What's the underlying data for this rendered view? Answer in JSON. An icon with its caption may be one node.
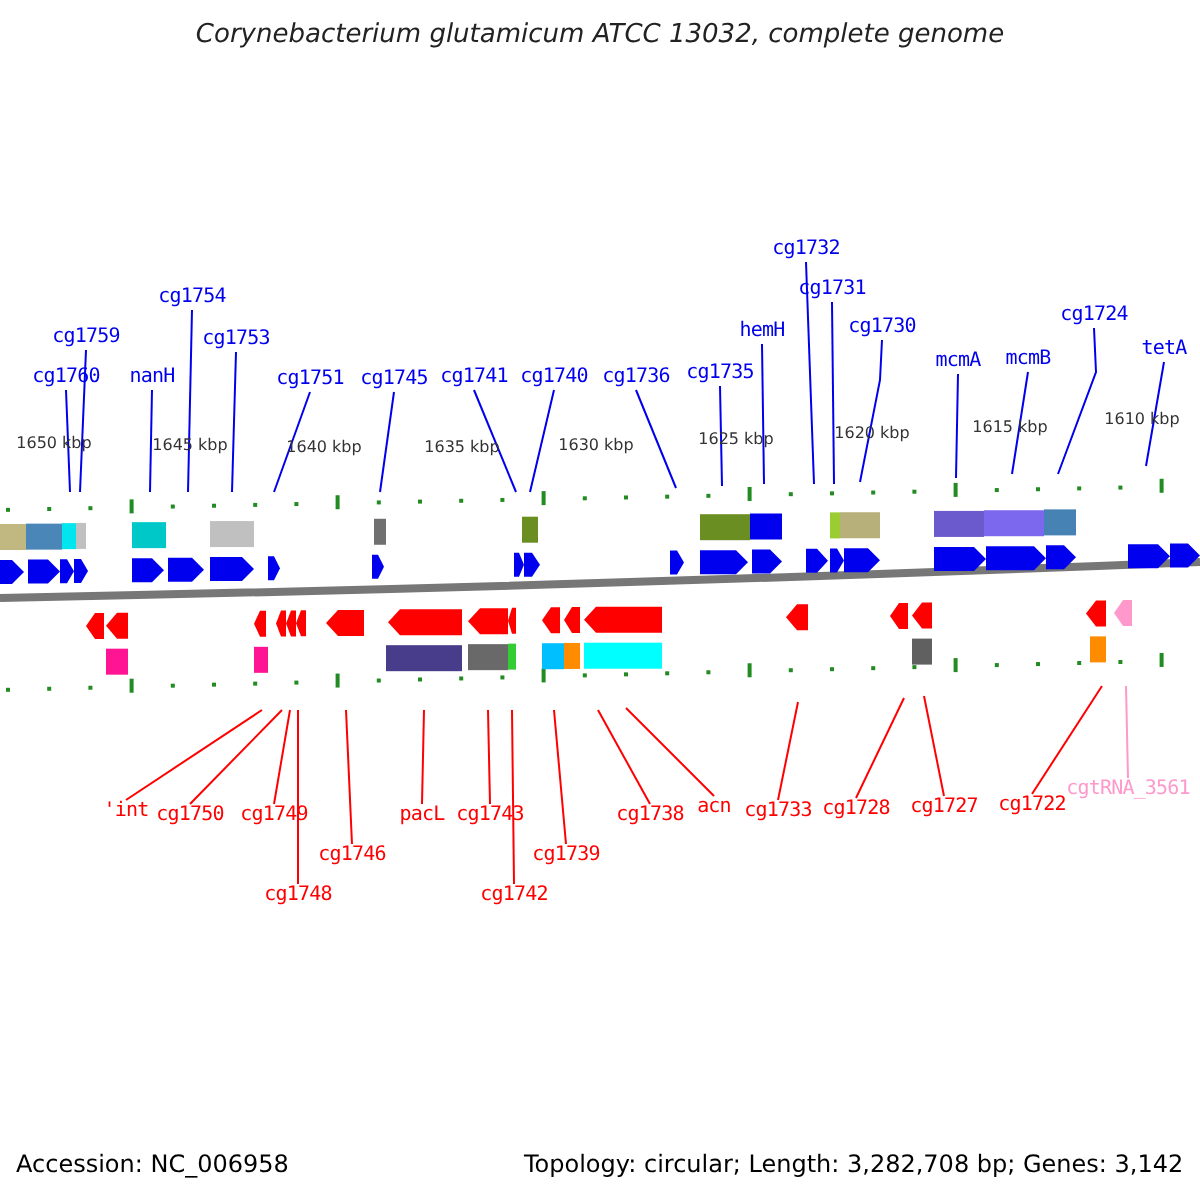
{
  "diagram": {
    "title": "Corynebacterium glutamicum ATCC 13032, complete genome",
    "nodes": [
      {
        "text": [
          "cg1760"
        ]
      },
      {
        "text": [
          "cg1759"
        ]
      },
      {
        "text": [
          "nanH"
        ]
      },
      {
        "text": [
          "cg1754"
        ]
      },
      {
        "text": [
          "cg1753"
        ]
      },
      {
        "text": [
          "cg1751"
        ]
      },
      {
        "text": [
          "cg1745"
        ]
      },
      {
        "text": [
          "cg1741"
        ]
      },
      {
        "text": [
          "cg1740"
        ]
      },
      {
        "text": [
          "cg1736"
        ]
      },
      {
        "text": [
          "cg1735"
        ]
      },
      {
        "text": [
          "hemH"
        ]
      },
      {
        "text": [
          "cg1732"
        ]
      },
      {
        "text": [
          "cg1731"
        ]
      },
      {
        "text": [
          "cg1730"
        ]
      },
      {
        "text": [
          "mcmA"
        ]
      },
      {
        "text": [
          "mcmB"
        ]
      },
      {
        "text": [
          "cg1724"
        ]
      },
      {
        "text": [
          "tetA"
        ]
      },
      {
        "text": [
          "'int"
        ]
      },
      {
        "text": [
          "cg1750"
        ]
      },
      {
        "text": [
          "cg1749"
        ]
      },
      {
        "text": [
          "cg1748"
        ]
      },
      {
        "text": [
          "cg1746"
        ]
      },
      {
        "text": [
          "pacL"
        ]
      },
      {
        "text": [
          "cg1743"
        ]
      },
      {
        "text": [
          "cg1742"
        ]
      },
      {
        "text": [
          "cg1739"
        ]
      },
      {
        "text": [
          "cg1738"
        ]
      },
      {
        "text": [
          "acn"
        ]
      },
      {
        "text": [
          "cg1733"
        ]
      },
      {
        "text": [
          "cg1728"
        ]
      },
      {
        "text": [
          "cg1727"
        ]
      },
      {
        "text": [
          "cg1722"
        ]
      },
      {
        "text": [
          "cgtRNA_3561"
        ]
      }
    ],
    "edges": [
      {
        "from": 0,
        "to": null,
        "arrow": "none"
      },
      {
        "from": 1,
        "to": null,
        "arrow": "none"
      },
      {
        "from": 2,
        "to": null,
        "arrow": "none"
      },
      {
        "from": 3,
        "to": null,
        "arrow": "none"
      },
      {
        "from": 4,
        "to": null,
        "arrow": "none"
      },
      {
        "from": 5,
        "to": null,
        "arrow": "none"
      },
      {
        "from": 6,
        "to": null,
        "arrow": "none"
      },
      {
        "from": 7,
        "to": null,
        "arrow": "none"
      },
      {
        "from": 8,
        "to": null,
        "arrow": "none"
      },
      {
        "from": 9,
        "to": null,
        "arrow": "none"
      },
      {
        "from": 10,
        "to": null,
        "arrow": "none"
      },
      {
        "from": 11,
        "to": null,
        "arrow": "none"
      },
      {
        "from": 12,
        "to": null,
        "arrow": "none"
      },
      {
        "from": 13,
        "to": null,
        "arrow": "none"
      },
      {
        "from": 14,
        "to": null,
        "arrow": "none"
      },
      {
        "from": 15,
        "to": null,
        "arrow": "none"
      },
      {
        "from": 16,
        "to": null,
        "arrow": "none"
      },
      {
        "from": 17,
        "to": null,
        "arrow": "none"
      },
      {
        "from": 18,
        "to": null,
        "arrow": "none"
      },
      {
        "from": 19,
        "to": null,
        "arrow": "none",
        "color": "#ff0000"
      },
      {
        "from": 20,
        "to": null,
        "arrow": "none",
        "color": "#ff0000"
      },
      {
        "from": 21,
        "to": null,
        "arrow": "none",
        "color": "#ff0000"
      },
      {
        "from": 22,
        "to": null,
        "arrow": "none",
        "color": "#ff0000"
      },
      {
        "from": 23,
        "to": null,
        "arrow": "none",
        "color": "#ff0000"
      },
      {
        "from": 24,
        "to": null,
        "arrow": "none",
        "color": "#ff0000"
      },
      {
        "from": 25,
        "to": null,
        "arrow": "none",
        "color": "#ff0000"
      },
      {
        "from": 26,
        "to": null,
        "arrow": "none",
        "color": "#ff0000"
      },
      {
        "from": 27,
        "to": null,
        "arrow": "none",
        "color": "#ff0000"
      },
      {
        "from": 28,
        "to": null,
        "arrow": "none",
        "color": "#ff0000"
      },
      {
        "from": 29,
        "to": null,
        "arrow": "none",
        "color": "#ff0000"
      },
      {
        "from": 30,
        "to": null,
        "arrow": "none",
        "color": "#ff0000"
      },
      {
        "from": 31,
        "to": null,
        "arrow": "none",
        "color": "#ff0000"
      },
      {
        "from": 32,
        "to": null,
        "arrow": "none",
        "color": "#ff0000"
      },
      {
        "from": 33,
        "to": null,
        "arrow": "none",
        "color": "#ff0000"
      },
      {
        "from": 34,
        "to": null,
        "arrow": "none",
        "color": "#ff99cc"
      }
    ],
    "labels": [
      "1650 kbp",
      "1645 kbp",
      "1640 kbp",
      "1635 kbp",
      "1630 kbp",
      "1625 kbp",
      "1620 kbp",
      "1615 kbp",
      "1610 kbp",
      "Accession: NC_006958",
      "Topology: circular; Length: 3,282,708 bp; Genes: 3,142"
    ]
  }
}
